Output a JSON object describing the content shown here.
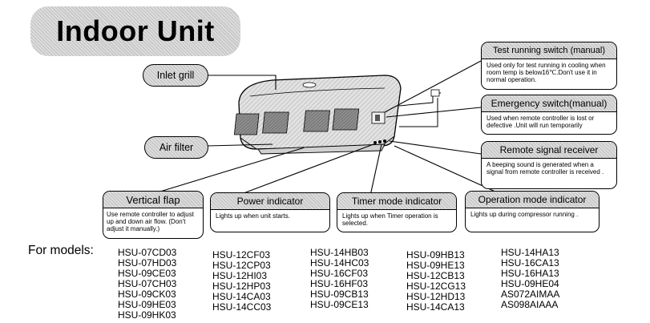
{
  "title": "Indoor Unit",
  "labels": {
    "inlet_grill": "Inlet grill",
    "air_filter": "Air filter"
  },
  "callouts": {
    "test_running": {
      "heading": "Test running switch (manual)",
      "text": "Used only for test running in cooling when room temp is below16℃.Don't use it in normal operation."
    },
    "emergency": {
      "heading": "Emergency switch(manual)",
      "text": "Used when remote controller is lost or defective .Unit will run temporarily"
    },
    "remote_signal": {
      "heading": "Remote signal receiver",
      "text": "A beeping sound is generated when a signal from remote controller is received ."
    },
    "vertical_flap": {
      "heading": "Vertical flap",
      "text": "Use remote controller to adjust up and down air flow. (Don't adjust it manually.)"
    },
    "power_indicator": {
      "heading": "Power indicator",
      "text": "Lights up when unit starts."
    },
    "timer_mode": {
      "heading": "Timer mode indicator",
      "text": "Lights up when Timer operation is selected."
    },
    "operation_mode": {
      "heading": "Operation mode indicator",
      "text": "Lights up during compressor running ."
    }
  },
  "models": {
    "label": "For models:",
    "columns": [
      [
        "HSU-07CD03",
        "HSU-07HD03",
        "HSU-09CE03",
        "HSU-07CH03",
        "HSU-09CK03",
        "HSU-09HE03",
        "HSU-09HK03"
      ],
      [
        "HSU-12CF03",
        "HSU-12CP03",
        "HSU-12HI03",
        "HSU-12HP03",
        "HSU-14CA03",
        "HSU-14CC03"
      ],
      [
        "HSU-14HB03",
        "HSU-14HC03",
        "HSU-16CF03",
        "HSU-16HF03",
        "HSU-09CB13",
        "HSU-09CE13"
      ],
      [
        "HSU-09HB13",
        "HSU-09HE13",
        "HSU-12CB13",
        "HSU-12CG13",
        "HSU-12HD13",
        "HSU-14CA13"
      ],
      [
        "HSU-14HA13",
        "HSU-16CA13",
        "HSU-16HA13",
        "HSU-09HE04",
        "AS072AIMAA",
        "AS098AIAAA"
      ]
    ]
  }
}
